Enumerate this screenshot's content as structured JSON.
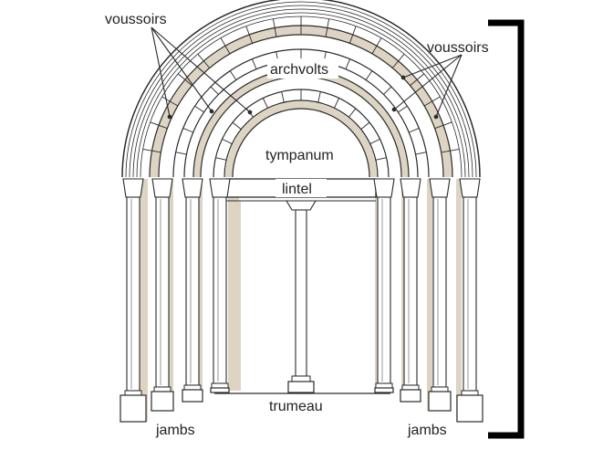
{
  "labels": {
    "voussoirs_left": "voussoirs",
    "voussoirs_right": "voussoirs",
    "archvolts": "archvolts",
    "tympanum": "tympanum",
    "lintel": "lintel",
    "trumeau": "trumeau",
    "jambs_left": "jambs",
    "jambs_right": "jambs"
  },
  "colors": {
    "line": "#2a2a2a",
    "shadow": "#ddd4c3",
    "background": "#ffffff",
    "bracket": "#000000"
  }
}
